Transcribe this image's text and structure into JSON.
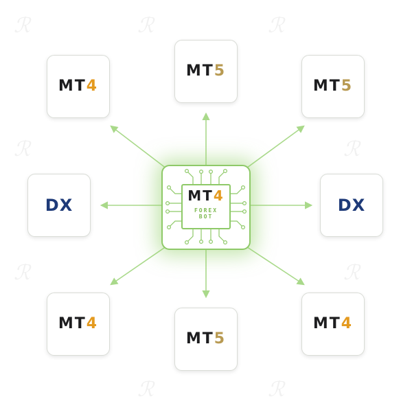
{
  "hub": {
    "title_part1": "MT",
    "title_part2": "4",
    "line1": "FOREX",
    "line2": "BOT"
  },
  "nodes": [
    {
      "id": "top-left",
      "part1": "MT",
      "part2": "4",
      "kind": "mt4"
    },
    {
      "id": "top",
      "part1": "MT",
      "part2": "5",
      "kind": "mt5"
    },
    {
      "id": "top-right",
      "part1": "MT",
      "part2": "5",
      "kind": "mt5"
    },
    {
      "id": "left",
      "part1": "DX",
      "part2": "",
      "kind": "dx"
    },
    {
      "id": "right",
      "part1": "DX",
      "part2": "",
      "kind": "dx"
    },
    {
      "id": "bottom-left",
      "part1": "MT",
      "part2": "4",
      "kind": "mt4"
    },
    {
      "id": "bottom",
      "part1": "MT",
      "part2": "5",
      "kind": "mt5"
    },
    {
      "id": "bottom-right",
      "part1": "MT",
      "part2": "4",
      "kind": "mt4"
    }
  ],
  "colors": {
    "accent_green": "#8ec968",
    "arrow_green": "#a9d98a",
    "mt4_digit": "#e49a1f",
    "mt5_digit": "#b89a52",
    "dx_text": "#1e3a78",
    "mt_text": "#1d1d1f"
  }
}
